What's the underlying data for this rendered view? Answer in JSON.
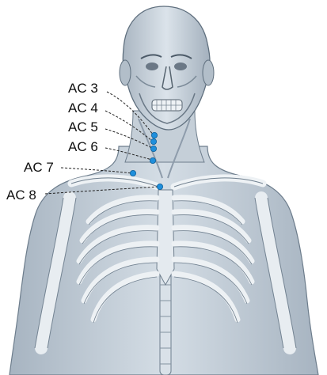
{
  "points": [
    {
      "label": "AC 3",
      "color": "#1f8fdc"
    },
    {
      "label": "AC 4",
      "color": "#1f8fdc"
    },
    {
      "label": "AC 5",
      "color": "#1f8fdc"
    },
    {
      "label": "AC 6",
      "color": "#1f8fdc"
    },
    {
      "label": "AC 7",
      "color": "#1f8fdc"
    },
    {
      "label": "AC 8",
      "color": "#1f8fdc"
    }
  ],
  "colors": {
    "skin": "#c9d3dc",
    "skin_shadow": "#9fadba",
    "bone": "#e9eef2",
    "bone_shadow": "#7d8d9c",
    "outline": "#5f6f7e",
    "leader_line": "#222222"
  }
}
